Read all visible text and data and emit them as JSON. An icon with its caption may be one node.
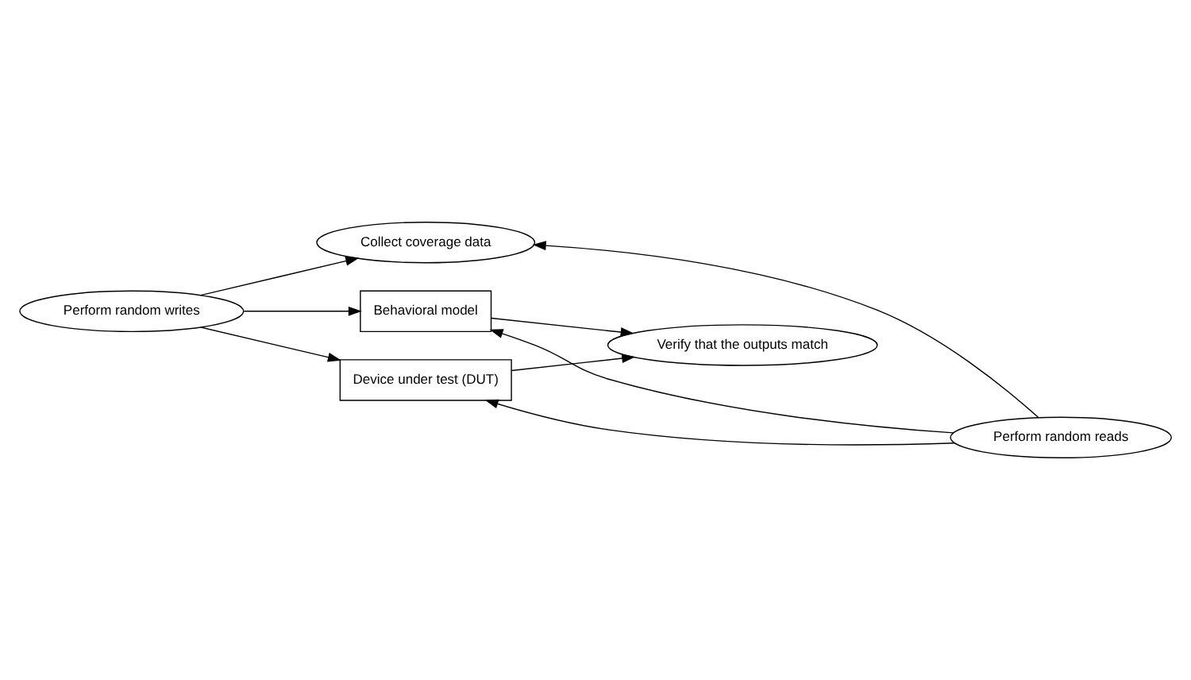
{
  "diagram": {
    "nodes": [
      {
        "text": [
          "Collect coverage data"
        ]
      },
      {
        "text": [
          "Behavioral model"
        ]
      },
      {
        "text": [
          "Perform random writes"
        ]
      },
      {
        "text": [
          "Verify that the outputs match"
        ]
      },
      {
        "text": [
          "Perform random reads"
        ]
      },
      {
        "text": [
          "Device under test (DUT)"
        ]
      }
    ],
    "edges": [
      {
        "from": 2,
        "to": 0,
        "arrow": "to"
      },
      {
        "from": 2,
        "to": 1,
        "arrow": "to"
      },
      {
        "from": 2,
        "to": 5,
        "arrow": "to"
      },
      {
        "from": 4,
        "to": 0,
        "arrow": "to"
      },
      {
        "from": 4,
        "to": 1,
        "arrow": "to"
      },
      {
        "from": 4,
        "to": 5,
        "arrow": "to"
      },
      {
        "from": 1,
        "to": 3,
        "arrow": "to"
      },
      {
        "from": 5,
        "to": 3,
        "arrow": "to"
      }
    ]
  }
}
